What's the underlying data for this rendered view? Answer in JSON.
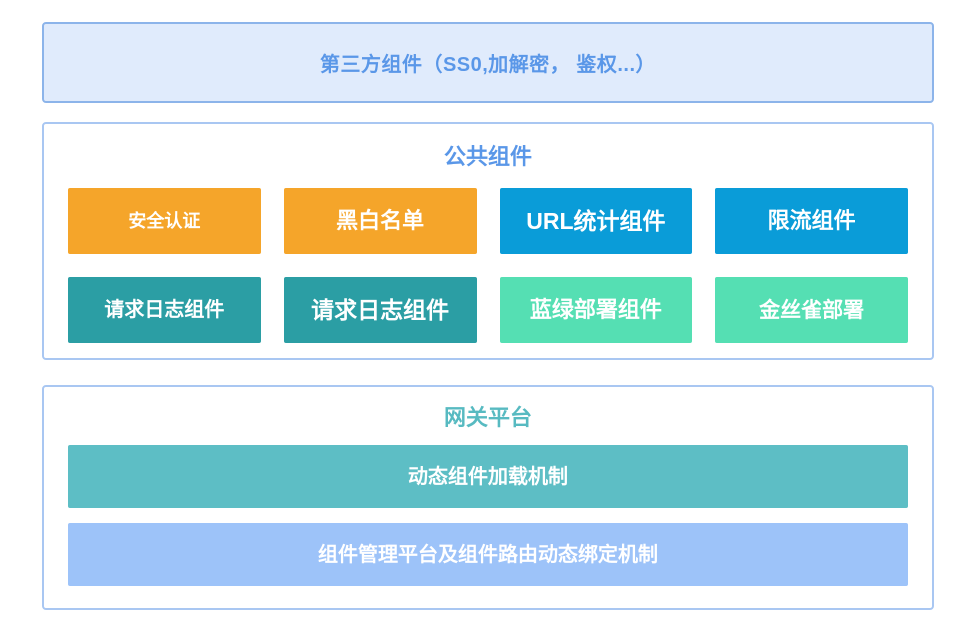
{
  "top_box": {
    "label": "第三方组件（SS0,加解密， 鉴权...）",
    "bg": "#e0ebfc",
    "border_color": "#8cb4ea",
    "text_color": "#5a97e8"
  },
  "common": {
    "title": "公共组件",
    "title_color": "#5a97e8",
    "border_color": "#a9c7f2",
    "boxes": [
      {
        "label": "安全认证",
        "bg": "#f5a52a"
      },
      {
        "label": "黑白名单",
        "bg": "#f5a52a"
      },
      {
        "label": "URL统计组件",
        "bg": "#0a9cd8"
      },
      {
        "label": "限流组件",
        "bg": "#0a9cd8"
      },
      {
        "label": "请求日志组件",
        "bg": "#2b9ea4"
      },
      {
        "label": "请求日志组件",
        "bg": "#2b9ea4"
      },
      {
        "label": "蓝绿部署组件",
        "bg": "#55dfb3"
      },
      {
        "label": "金丝雀部署",
        "bg": "#55dfb3"
      }
    ]
  },
  "gateway": {
    "title": "网关平台",
    "title_color": "#57bac1",
    "border_color": "#a9c7f2",
    "bars": [
      {
        "label": "动态组件加载机制",
        "bg": "#5dbec5"
      },
      {
        "label": "组件管理平台及组件路由动态绑定机制",
        "bg": "#9dc3f9"
      }
    ]
  }
}
